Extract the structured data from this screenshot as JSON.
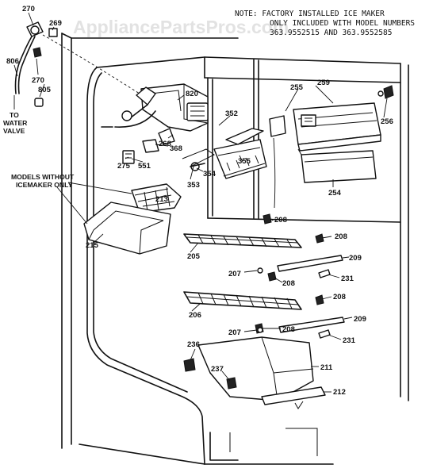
{
  "watermark": "AppliancePartsPros.com",
  "note": {
    "line1": "NOTE:   FACTORY INSTALLED ICE MAKER",
    "line2": "ONLY INCLUDED WITH MODEL NUMBERS",
    "line3": "363.9552515 AND 363.9552585"
  },
  "callout": {
    "line1": "MODELS WITHOUT",
    "line2": "ICEMAKER ONLY"
  },
  "water_valve": {
    "line1": "TO",
    "line2": "WATER",
    "line3": "VALVE"
  },
  "parts": {
    "p270a": "270",
    "p269": "269",
    "p806": "806",
    "p270b": "270",
    "p805": "805",
    "p820": "820",
    "p352": "352",
    "p268": "268",
    "p368": "368",
    "p355": "355",
    "p275": "275",
    "p551": "551",
    "p354": "354",
    "p353": "353",
    "p213": "213",
    "p215": "215",
    "p255": "255",
    "p259": "259",
    "p256": "256",
    "p254": "254",
    "p208a": "208",
    "p208b": "208",
    "p205": "205",
    "p209a": "209",
    "p207a": "207",
    "p208c": "208",
    "p231a": "231",
    "p208d": "208",
    "p206": "206",
    "p209b": "209",
    "p207b": "207",
    "p208e": "208",
    "p231b": "231",
    "p236": "236",
    "p211": "211",
    "p237": "237",
    "p212": "212"
  }
}
